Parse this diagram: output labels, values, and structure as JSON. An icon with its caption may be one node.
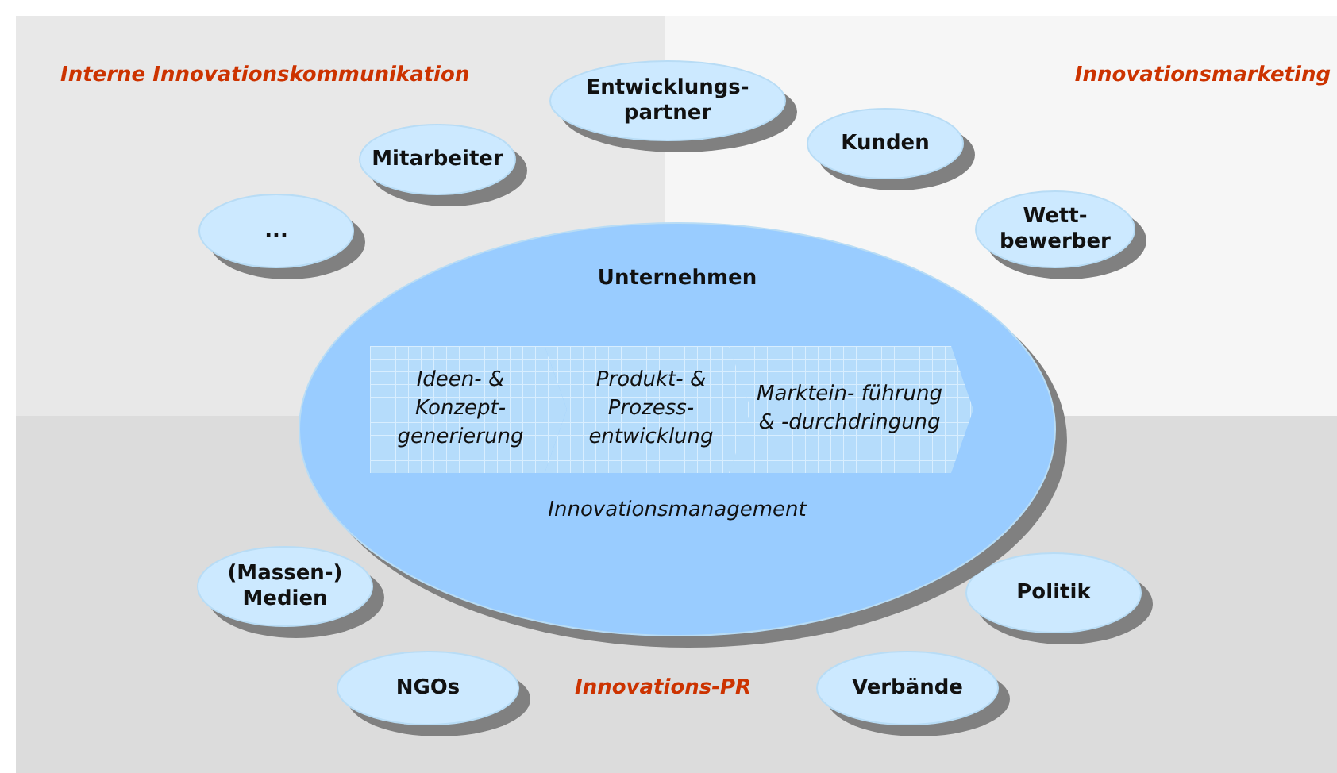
{
  "diagram": {
    "nodes": [
      {
        "text": [
          "Interne Innovationskommunikation"
        ]
      },
      {
        "text": [
          "Innovationsmarketing"
        ]
      },
      {
        "text": [
          "Innovations-PR"
        ]
      },
      {
        "text": [
          "..."
        ],
        "in": 0
      },
      {
        "text": [
          "Mitarbeiter"
        ],
        "in": 0
      },
      {
        "text": [
          "Entwicklungs- partner"
        ]
      },
      {
        "text": [
          "Kunden"
        ],
        "in": 1
      },
      {
        "text": [
          "Wett- bewerber"
        ],
        "in": 1
      },
      {
        "text": [
          "Unternehmen",
          "Innovationsmanagement"
        ]
      },
      {
        "text": [
          "Ideen- & Konzept- generierung"
        ],
        "in": 8
      },
      {
        "text": [
          "Produkt- & Prozess- entwicklung"
        ],
        "in": 8
      },
      {
        "text": [
          "Marktein- führung & -durchdringung"
        ],
        "in": 8
      },
      {
        "text": [
          "(Massen-) Medien"
        ],
        "in": 2
      },
      {
        "text": [
          "NGOs"
        ],
        "in": 2
      },
      {
        "text": [
          "Verbände"
        ],
        "in": 2
      },
      {
        "text": [
          "Politik"
        ],
        "in": 2
      }
    ],
    "edges": []
  }
}
